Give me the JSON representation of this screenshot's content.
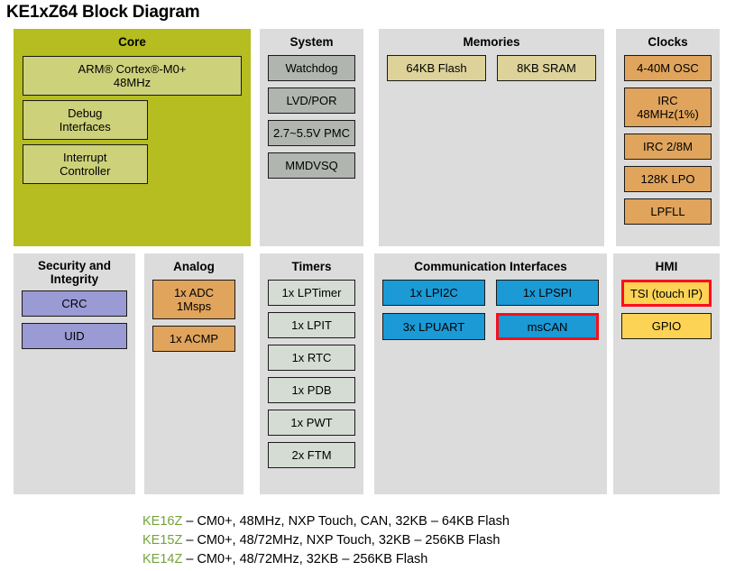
{
  "title": "KE1xZ64 Block Diagram",
  "panels": {
    "core": {
      "title": "Core",
      "blocks": [
        {
          "label": "ARM® Cortex®-M0+\n48MHz"
        },
        {
          "label": "Debug\nInterfaces"
        },
        {
          "label": "Interrupt\nController"
        }
      ]
    },
    "system": {
      "title": "System",
      "blocks": [
        {
          "label": "Watchdog"
        },
        {
          "label": "LVD/POR"
        },
        {
          "label": "2.7~5.5V PMC"
        },
        {
          "label": "MMDVSQ"
        }
      ]
    },
    "memories": {
      "title": "Memories",
      "blocks": [
        {
          "label": "64KB Flash"
        },
        {
          "label": "8KB SRAM"
        }
      ]
    },
    "clocks": {
      "title": "Clocks",
      "blocks": [
        {
          "label": "4-40M OSC"
        },
        {
          "label": "IRC 48MHz(1%)"
        },
        {
          "label": "IRC 2/8M"
        },
        {
          "label": "128K LPO"
        },
        {
          "label": "LPFLL"
        }
      ]
    },
    "security": {
      "title": "Security and\nIntegrity",
      "blocks": [
        {
          "label": "CRC"
        },
        {
          "label": "UID"
        }
      ]
    },
    "analog": {
      "title": "Analog",
      "blocks": [
        {
          "label": "1x ADC\n1Msps"
        },
        {
          "label": "1x ACMP"
        }
      ]
    },
    "timers": {
      "title": "Timers",
      "blocks": [
        {
          "label": "1x LPTimer"
        },
        {
          "label": "1x LPIT"
        },
        {
          "label": "1x RTC"
        },
        {
          "label": "1x PDB"
        },
        {
          "label": "1x PWT"
        },
        {
          "label": "2x FTM"
        }
      ]
    },
    "communication": {
      "title": "Communication Interfaces",
      "blocks": [
        {
          "label": "1x LPI2C",
          "highlight": false
        },
        {
          "label": "1x LPSPI",
          "highlight": false
        },
        {
          "label": "3x LPUART",
          "highlight": false
        },
        {
          "label": "msCAN",
          "highlight": true
        }
      ]
    },
    "hmi": {
      "title": "HMI",
      "blocks": [
        {
          "label": "TSI (touch IP)",
          "highlight": true
        },
        {
          "label": "GPIO",
          "highlight": false
        }
      ]
    }
  },
  "footer": {
    "lines": [
      {
        "part": "KE16Z",
        "desc": " – CM0+, 48MHz, NXP Touch, CAN, 32KB – 64KB Flash"
      },
      {
        "part": "KE15Z",
        "desc": "  – CM0+, 48/72MHz,  NXP Touch, 32KB – 256KB Flash"
      },
      {
        "part": "KE14Z",
        "desc": "  – CM0+, 48/72MHz, 32KB – 256KB Flash"
      }
    ]
  },
  "colors": {
    "core_panel": "#b5bd20",
    "core_block": "#cdd17a",
    "panel_gray": "#dcdcdc",
    "system_block": "#b0b5b0",
    "memory_block": "#ddd29a",
    "clock_block": "#e0a45c",
    "security_block": "#9a9ad4",
    "analog_block": "#e0a45c",
    "timer_block": "#d4dcd4",
    "comm_block": "#1b9ad6",
    "hmi_block": "#fdd356",
    "highlight_border": "#fc0d1b",
    "part_number_text": "#74a33a"
  }
}
